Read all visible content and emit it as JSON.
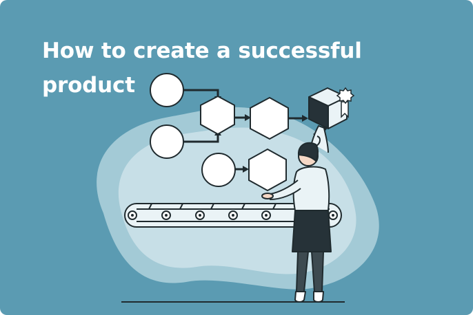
{
  "title": "How to create a successful product",
  "illustration": {
    "subject": "product-flow-illustration",
    "colors": {
      "background": "#5b9bb2",
      "blob_outer": "#a3cad6",
      "blob_inner": "#c7dfe7",
      "outline": "#1f2a2e",
      "node_fill": "#ffffff",
      "box_dark": "#263238",
      "box_light": "#eaf3f6"
    },
    "icons": [
      "circle-node",
      "hexagon-node",
      "arrow",
      "product-box",
      "badge-icon",
      "conveyor-belt",
      "woman-figure"
    ]
  }
}
